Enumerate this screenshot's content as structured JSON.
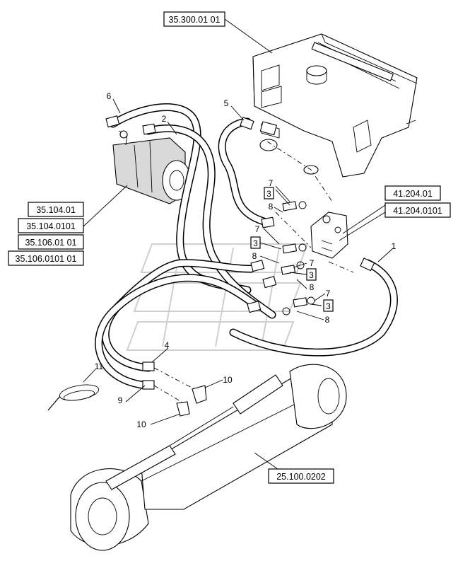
{
  "references": {
    "tank": "35.300.01 01",
    "pump_1": "35.104.01",
    "pump_2": "35.104.0101",
    "pump_3": "35.106.01 01",
    "pump_4": "35.106.0101 01",
    "valve_1": "41.204.01",
    "valve_2": "41.204.0101",
    "axle": "25.100.0202"
  },
  "callouts": {
    "c1": "1",
    "c2": "2",
    "c3a": "3",
    "c3b": "3",
    "c3c": "3",
    "c3d": "3",
    "c4": "4",
    "c5": "5",
    "c6": "6",
    "c7a": "7",
    "c7b": "7",
    "c7c": "7",
    "c7d": "7",
    "c8a": "8",
    "c8b": "8",
    "c8c": "8",
    "c8d": "8",
    "c9": "9",
    "c10a": "10",
    "c10b": "10",
    "c11": "11"
  },
  "colors": {
    "line": "#000000",
    "watermark": "#cfcfcf"
  }
}
